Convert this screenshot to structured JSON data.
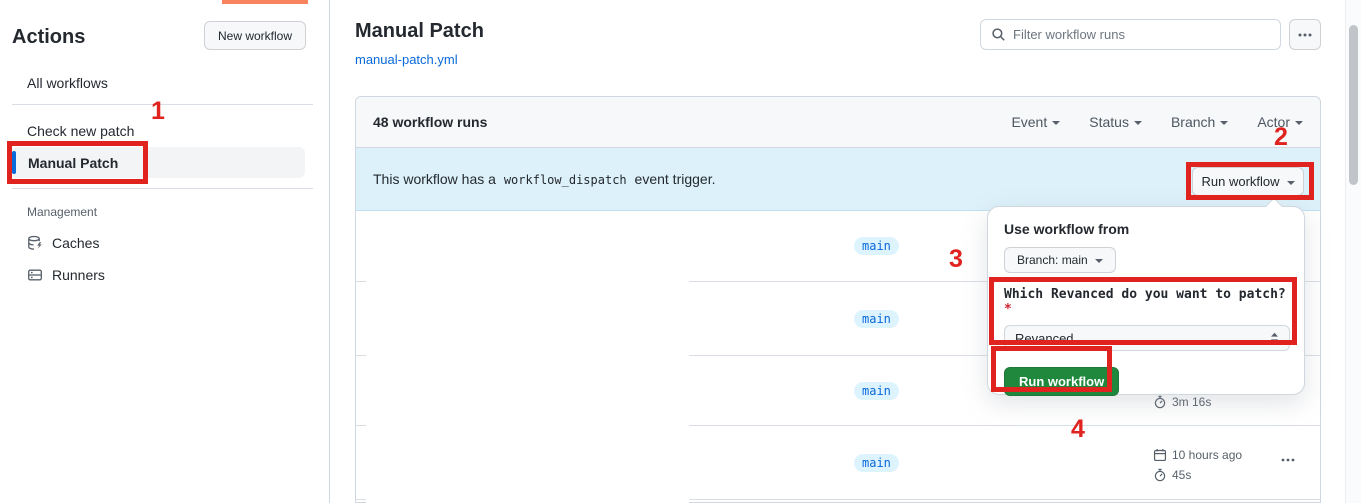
{
  "annotation": {
    "step1": "1",
    "step2": "2",
    "step3": "3",
    "step4": "4"
  },
  "sidebar": {
    "title": "Actions",
    "new_workflow_button": "New workflow",
    "items": [
      {
        "label": "All workflows"
      },
      {
        "label": "Check new patch"
      },
      {
        "label": "Manual Patch",
        "selected": true
      }
    ],
    "management_label": "Management",
    "management_items": [
      {
        "label": "Caches"
      },
      {
        "label": "Runners"
      }
    ]
  },
  "header": {
    "title": "Manual Patch",
    "file_link": "manual-patch.yml",
    "search_placeholder": "Filter workflow runs"
  },
  "runs": {
    "count_label": "48 workflow runs",
    "filters": [
      "Event",
      "Status",
      "Branch",
      "Actor"
    ],
    "banner": {
      "text_prefix": "This workflow has a",
      "code": "workflow_dispatch",
      "text_suffix": "event trigger.",
      "run_workflow_button": "Run workflow"
    },
    "rows": [
      {
        "branch": "main"
      },
      {
        "branch": "main"
      },
      {
        "branch": "main",
        "duration": "3m 16s"
      },
      {
        "branch": "main",
        "time": "10 hours ago",
        "duration": "45s"
      }
    ]
  },
  "run_dialog": {
    "title": "Use workflow from",
    "branch_selector": "Branch: main",
    "input_label": "Which Revanced do you want to patch?",
    "required_marker": "*",
    "select_value": "Revanced",
    "run_button": "Run workflow"
  },
  "colors": {
    "accent_blue": "#0969da",
    "banner_bg": "#ddf1fa",
    "badge_bg": "#ddf4ff",
    "green_button": "#1f883d",
    "annotation_red": "#e0231e",
    "top_bar_orange": "#f8835f"
  }
}
